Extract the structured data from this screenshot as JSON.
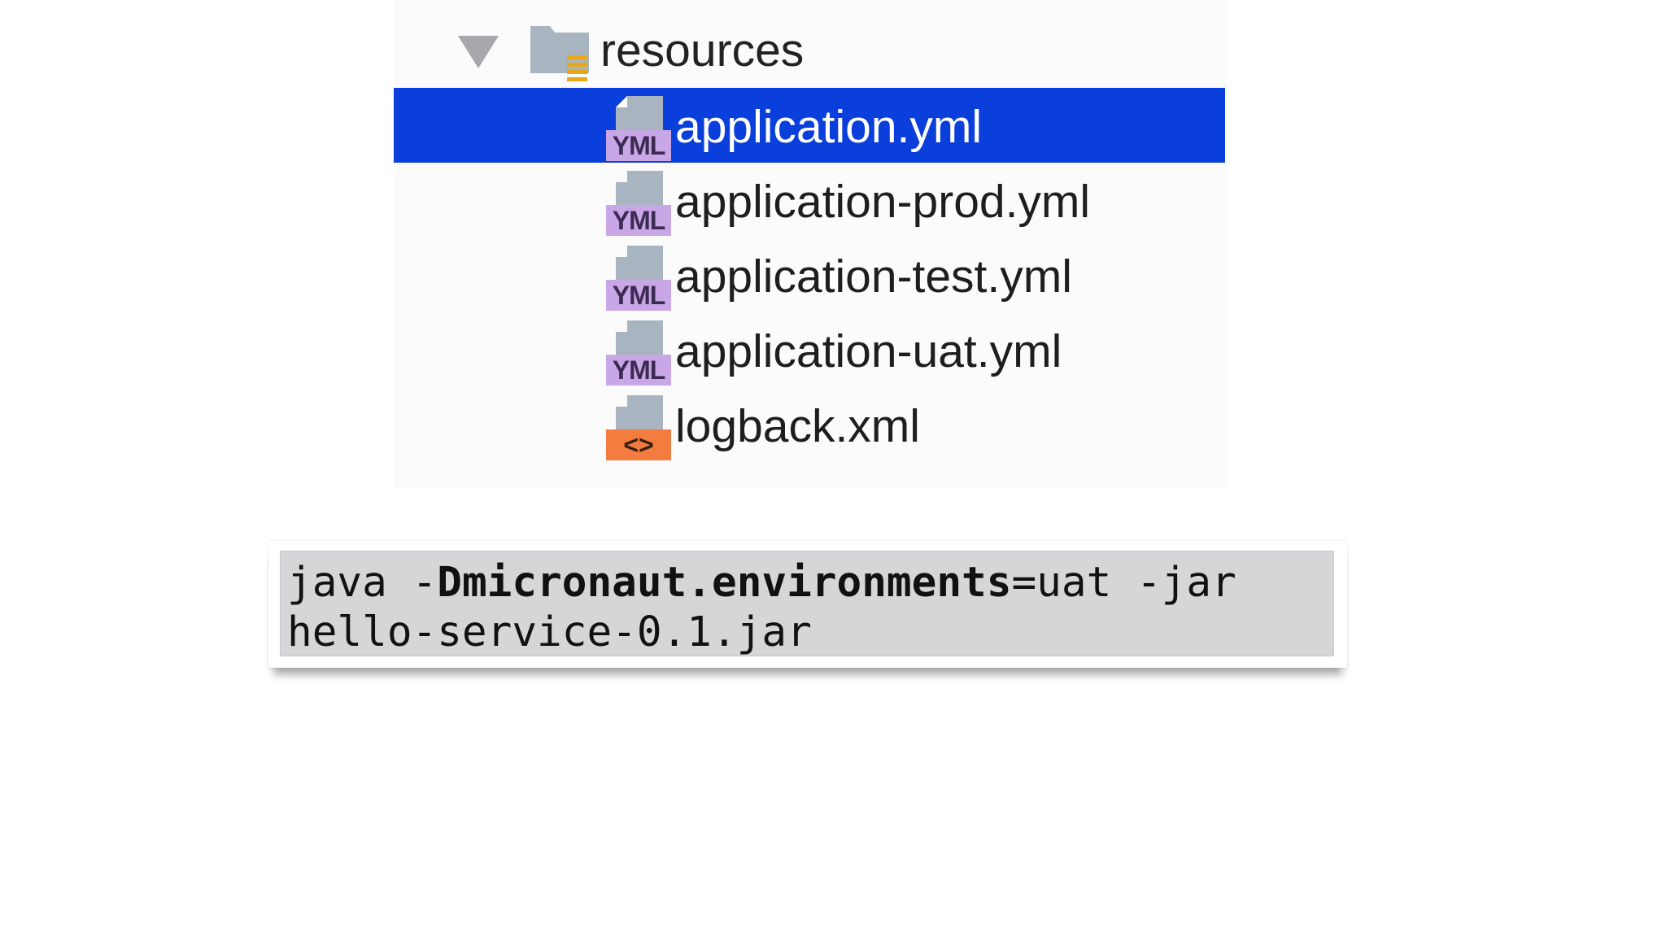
{
  "tree": {
    "folder": {
      "label": "resources",
      "icon": "resources-folder-icon"
    },
    "files": [
      {
        "label": "application.yml",
        "badge": "YML",
        "type": "yml",
        "selected": true
      },
      {
        "label": "application-prod.yml",
        "badge": "YML",
        "type": "yml",
        "selected": false
      },
      {
        "label": "application-test.yml",
        "badge": "YML",
        "type": "yml",
        "selected": false
      },
      {
        "label": "application-uat.yml",
        "badge": "YML",
        "type": "yml",
        "selected": false
      },
      {
        "label": "logback.xml",
        "badge": "<>",
        "type": "xml",
        "selected": false
      }
    ],
    "selection_color": "#0a3fdc"
  },
  "command": {
    "line1_prefix": "java -",
    "line1_flag": "Dmicronaut.environments",
    "line1_suffix": "=uat -jar",
    "line2": "hello-service-0.1.jar"
  }
}
